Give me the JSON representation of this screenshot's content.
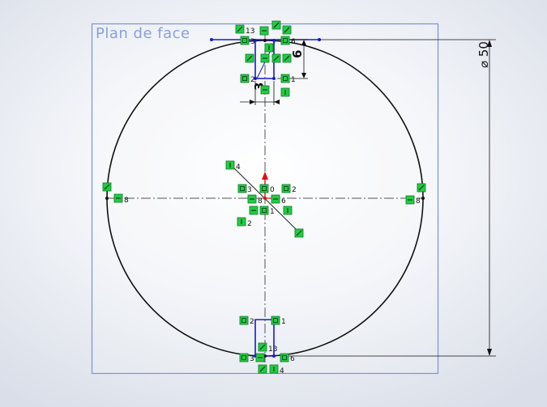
{
  "plane": {
    "label": "Plan de face"
  },
  "dimensions": {
    "diameter": "⌀ 50",
    "height": "6",
    "width": "3"
  },
  "relations": {
    "top_horizontal": "13",
    "top_left_pt": "3",
    "top_right_pt": "6",
    "top_lower_left": "2",
    "top_lower_right": "1",
    "left_mid": "8",
    "right_mid": "8",
    "center_top_left": "3",
    "center_top": "0",
    "center_top_right": "2",
    "center_mid_left": "8",
    "center_mid_right": "6",
    "center_low": "1",
    "diag_top": "4",
    "diag_left": "2",
    "bottom_upper_left": "2",
    "bottom_upper_right": "1",
    "bottom_horizontal": "13",
    "bottom_left_pt": "3",
    "bottom_right_pt": "6",
    "bottom_low": "4"
  },
  "colors": {
    "plane_border": "#7b93d6",
    "sketch_geometry": "#1a1acc",
    "circle": "#111111",
    "relation_badge": "#22cc44",
    "origin_arrow": "#dd1111"
  }
}
